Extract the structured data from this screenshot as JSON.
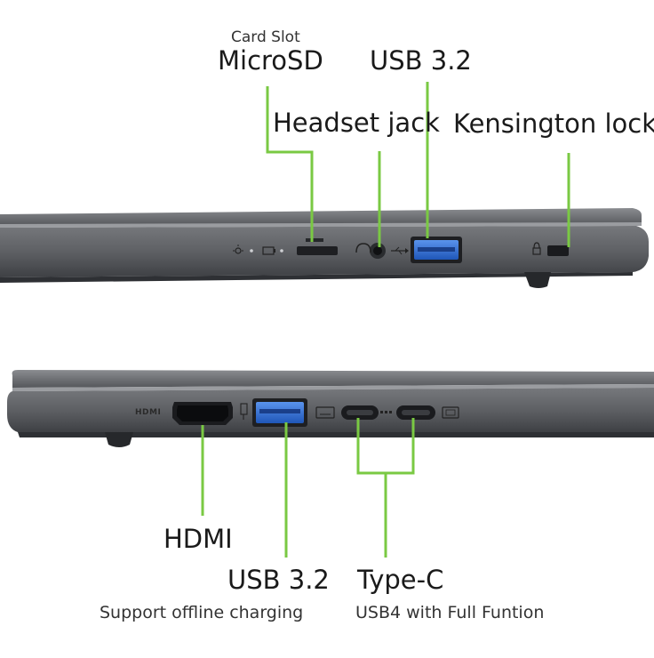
{
  "labels": {
    "card_slot_caption": "Card Slot",
    "microsd": "MicroSD",
    "usb_top": "USB 3.2",
    "headset_jack": "Headset jack",
    "kensington_lock": "Kensington lock",
    "hdmi": "HDMI",
    "usb_bottom": "USB 3.2",
    "usb_bottom_note": "Support offline charging",
    "type_c": "Type-C",
    "type_c_note": "USB4 with Full Funtion"
  },
  "port_glyphs": {
    "hdmi_mark": "HDMI"
  },
  "colors": {
    "callout_green": "#7ac943",
    "chassis_gray": "#5c5e62",
    "port_blue": "#2f6fd6"
  }
}
